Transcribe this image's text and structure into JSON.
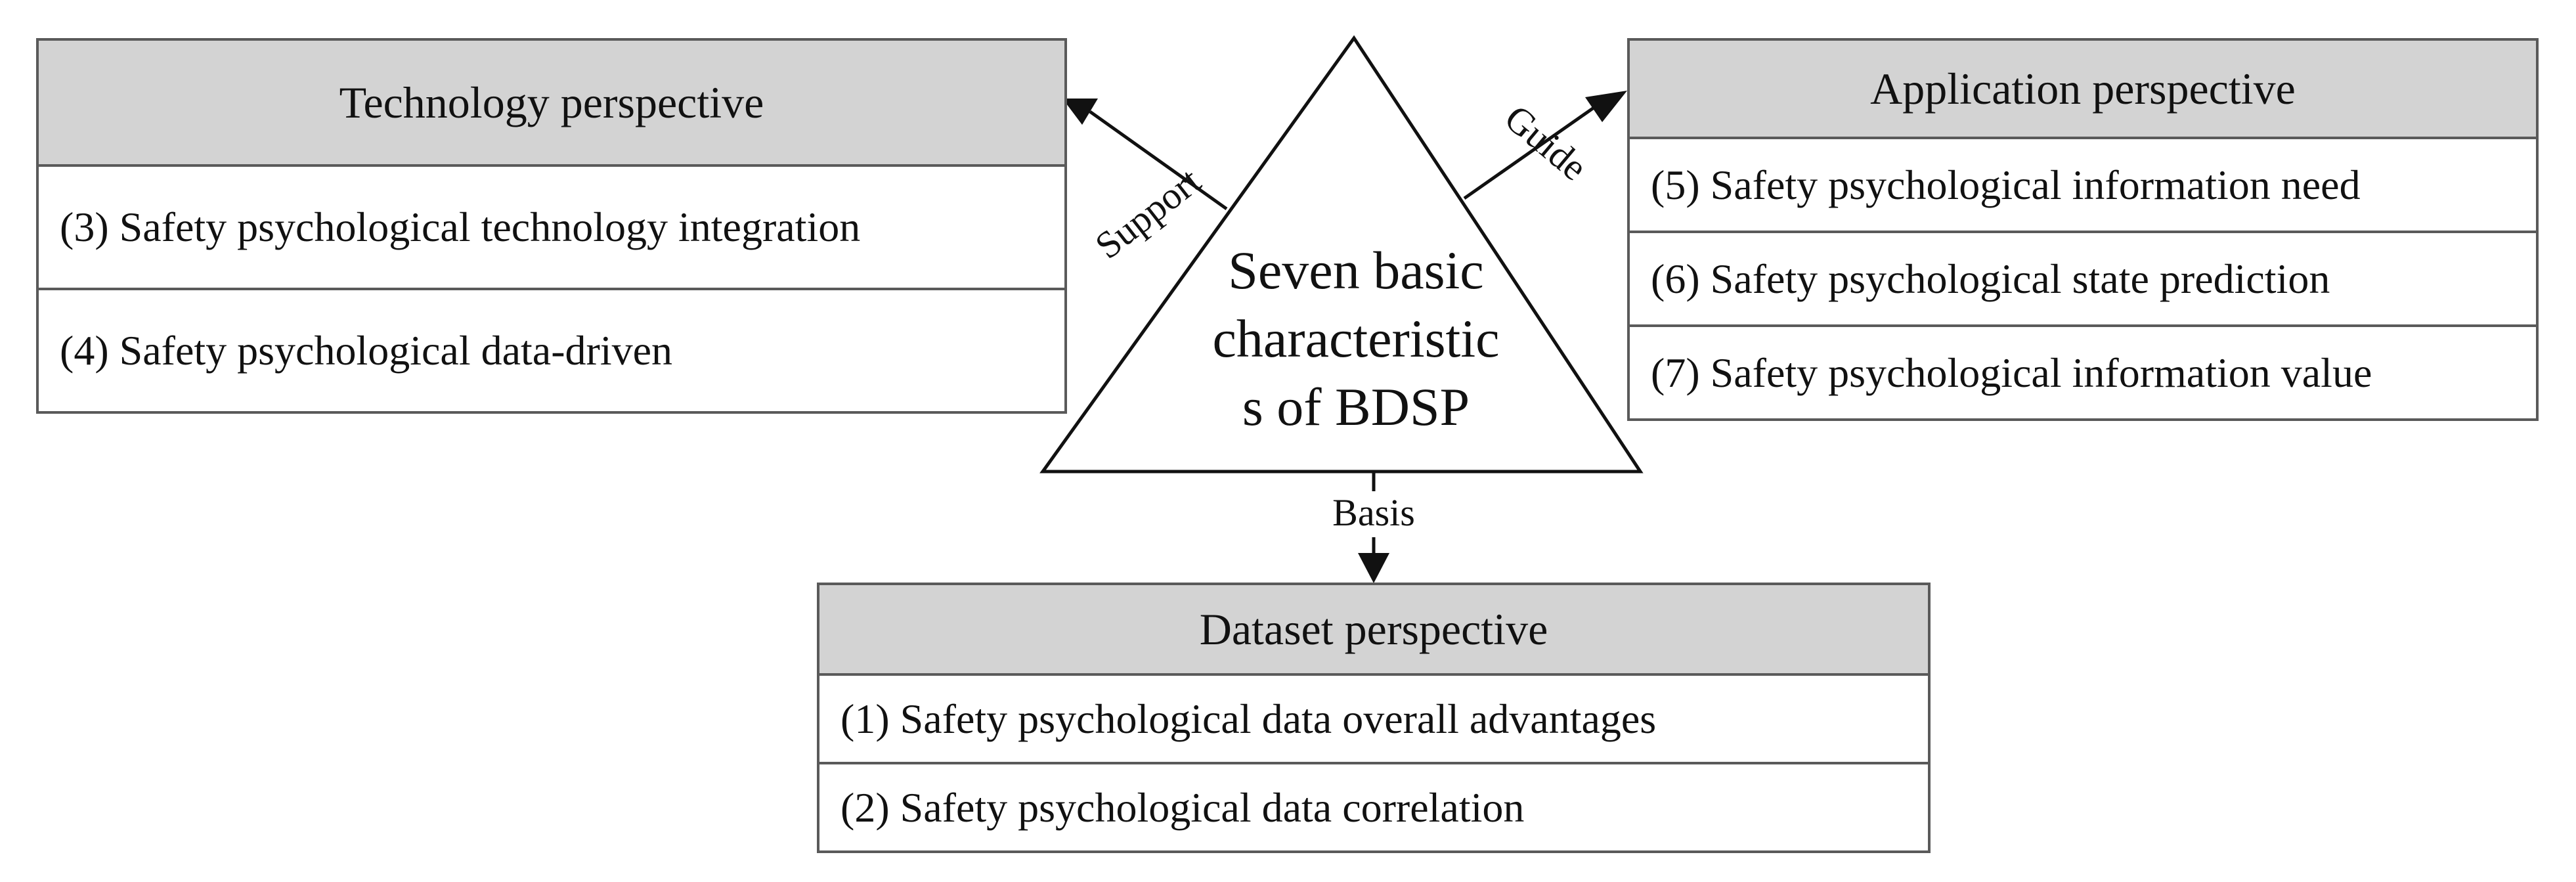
{
  "center": {
    "lines": [
      "Seven basic",
      "characteristic",
      "s of BDSP"
    ]
  },
  "technology": {
    "title": "Technology perspective",
    "items": [
      "(3) Safety psychological technology integration",
      "(4) Safety psychological data-driven"
    ]
  },
  "application": {
    "title": "Application perspective",
    "items": [
      "(5) Safety psychological information need",
      "(6) Safety psychological state prediction",
      "(7) Safety psychological information value"
    ]
  },
  "dataset": {
    "title": "Dataset perspective",
    "items": [
      "(1) Safety psychological data overall advantages",
      "(2) Safety psychological data correlation"
    ]
  },
  "edges": {
    "support": "Support",
    "guide": "Guide",
    "basis": "Basis"
  }
}
